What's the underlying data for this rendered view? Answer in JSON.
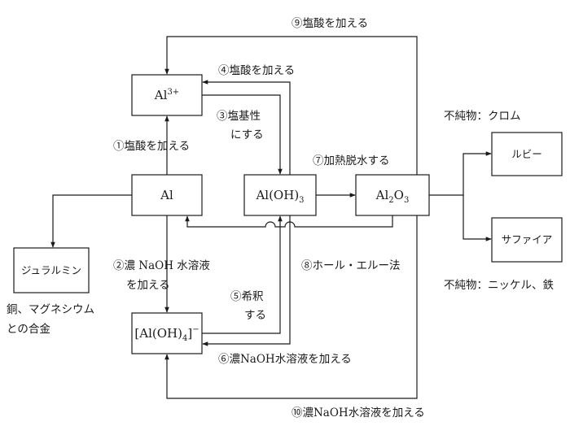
{
  "nodes": {
    "al3": {
      "main": "Al",
      "sup": "3+"
    },
    "al": {
      "label": "Al"
    },
    "aloh3": {
      "main": "Al(OH)",
      "sub": "3"
    },
    "al2o3": {
      "a": "Al",
      "a_sub": "2",
      "b": "O",
      "b_sub": "3"
    },
    "aloh4": {
      "open": "[Al(OH)",
      "sub": "4",
      "close": "]",
      "sup": "−"
    },
    "duralumin": {
      "label": "ジュラルミン"
    },
    "ruby": {
      "label": "ルビー"
    },
    "sapphire": {
      "label": "サファイア"
    }
  },
  "notes": {
    "duralumin_line1": "銅、マグネシウム",
    "duralumin_line2": "との合金",
    "ruby_impurity": "不純物：クロム",
    "sapphire_impurity": "不純物：ニッケル、鉄"
  },
  "steps": {
    "s1": "①塩酸を加える",
    "s2_line1": "②濃 NaOH 水溶液",
    "s2_line2": "を加える",
    "s3_line1": "③塩基性",
    "s3_line2": "にする",
    "s4": "④塩酸を加える",
    "s5_line1": "⑤希釈",
    "s5_line2": "する",
    "s6": "⑥濃NaOH水溶液を加える",
    "s7": "⑦加熱脱水する",
    "s8": "⑧ホール・エルー法",
    "s9": "⑨塩酸を加える",
    "s10": "⑩濃NaOH水溶液を加える"
  }
}
